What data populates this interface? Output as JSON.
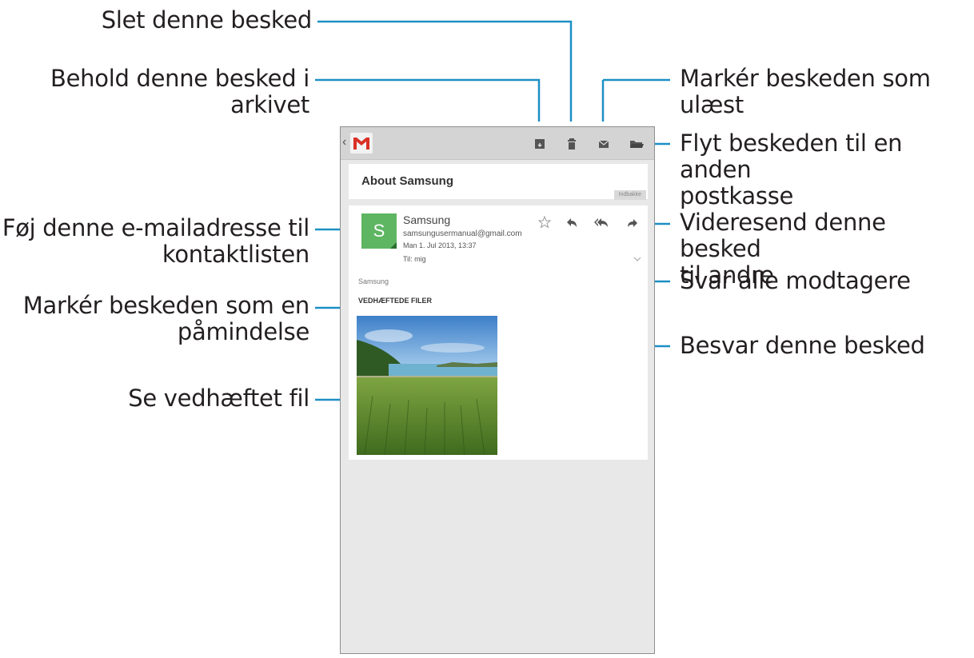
{
  "callouts": {
    "delete": "Slet denne besked",
    "archive": "Behold denne besked i arkivet",
    "mark_unread": "Markér beskeden som ulæst",
    "move_line1": "Flyt beskeden til en anden",
    "move_line2": "postkasse",
    "add_contact_line1": "Føj denne e-mailadresse til",
    "add_contact_line2": "kontaktlisten",
    "forward_line1": "Videresend denne besked",
    "forward_line2": "til andre",
    "reply_all": "Svar alle modtagere",
    "reminder_line1": "Markér beskeden som en",
    "reminder_line2": "påmindelse",
    "reply": "Besvar denne besked",
    "view_attachment": "Se vedhæftet fil"
  },
  "actionbar": {
    "back_glyph": "‹",
    "icons": [
      "archive-icon",
      "delete-icon",
      "mark-unread-icon",
      "move-folder-icon"
    ]
  },
  "email": {
    "subject": "About Samsung",
    "label": "Indbakke",
    "avatar_letter": "S",
    "sender_name": "Samsung",
    "sender_email": "samsungusermanual@gmail.com",
    "date": "Man 1. Jul 2013, 13:37",
    "recipient": "Til: mig",
    "body": "Samsung",
    "attachments_header": "VEDHÆFTEDE FILER"
  },
  "colors": {
    "accent_line": "#1c8fc4",
    "avatar": "#5eb562",
    "gmail_red": "#d93025"
  }
}
